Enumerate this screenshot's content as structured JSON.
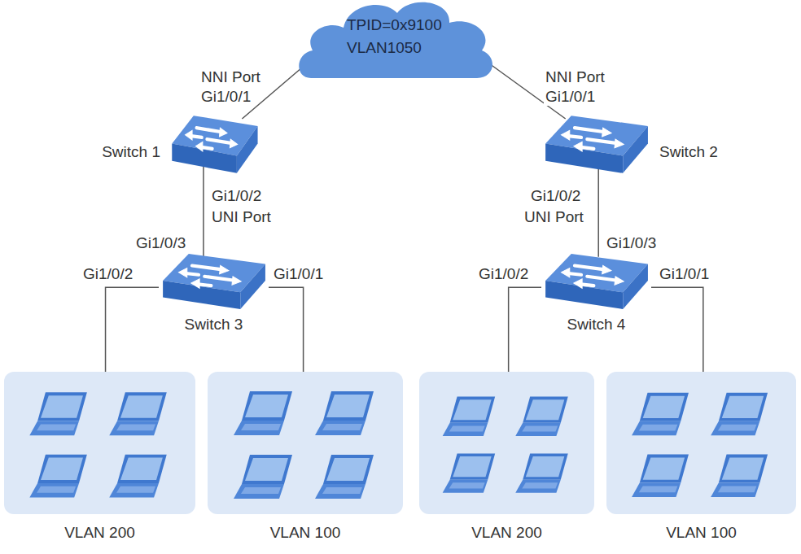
{
  "diagram": {
    "nodes": [
      {
        "text": [
          "TPID=0x9100",
          "VLAN1050"
        ]
      },
      {
        "text": [
          "Switch 1"
        ]
      },
      {
        "text": [
          "Switch 2"
        ]
      },
      {
        "text": [
          "Switch 3"
        ]
      },
      {
        "text": [
          "Switch 4"
        ]
      },
      {
        "text": [
          "VLAN 200"
        ]
      },
      {
        "text": [
          "VLAN 100"
        ]
      },
      {
        "text": [
          "VLAN 200"
        ]
      },
      {
        "text": [
          "VLAN 100"
        ]
      }
    ],
    "edges": [
      {
        "from": 0,
        "to": 1,
        "arrow": "none"
      },
      {
        "from": 0,
        "to": 2,
        "arrow": "none"
      },
      {
        "from": 1,
        "to": 3,
        "arrow": "none"
      },
      {
        "from": 2,
        "to": 4,
        "arrow": "none"
      },
      {
        "from": 3,
        "to": 5,
        "arrow": "none"
      },
      {
        "from": 3,
        "to": 6,
        "arrow": "none"
      },
      {
        "from": 4,
        "to": 7,
        "arrow": "none"
      },
      {
        "from": 4,
        "to": 8,
        "arrow": "none"
      }
    ],
    "labels": [
      "NNI Port",
      "Gi1/0/1",
      "Gi1/0/2",
      "UNI Port",
      "Gi1/0/3",
      "Gi1/0/2",
      "Gi1/0/1",
      "NNI Port",
      "Gi1/0/1",
      "Gi1/0/2",
      "UNI Port",
      "Gi1/0/3",
      "Gi1/0/2",
      "Gi1/0/1"
    ]
  }
}
